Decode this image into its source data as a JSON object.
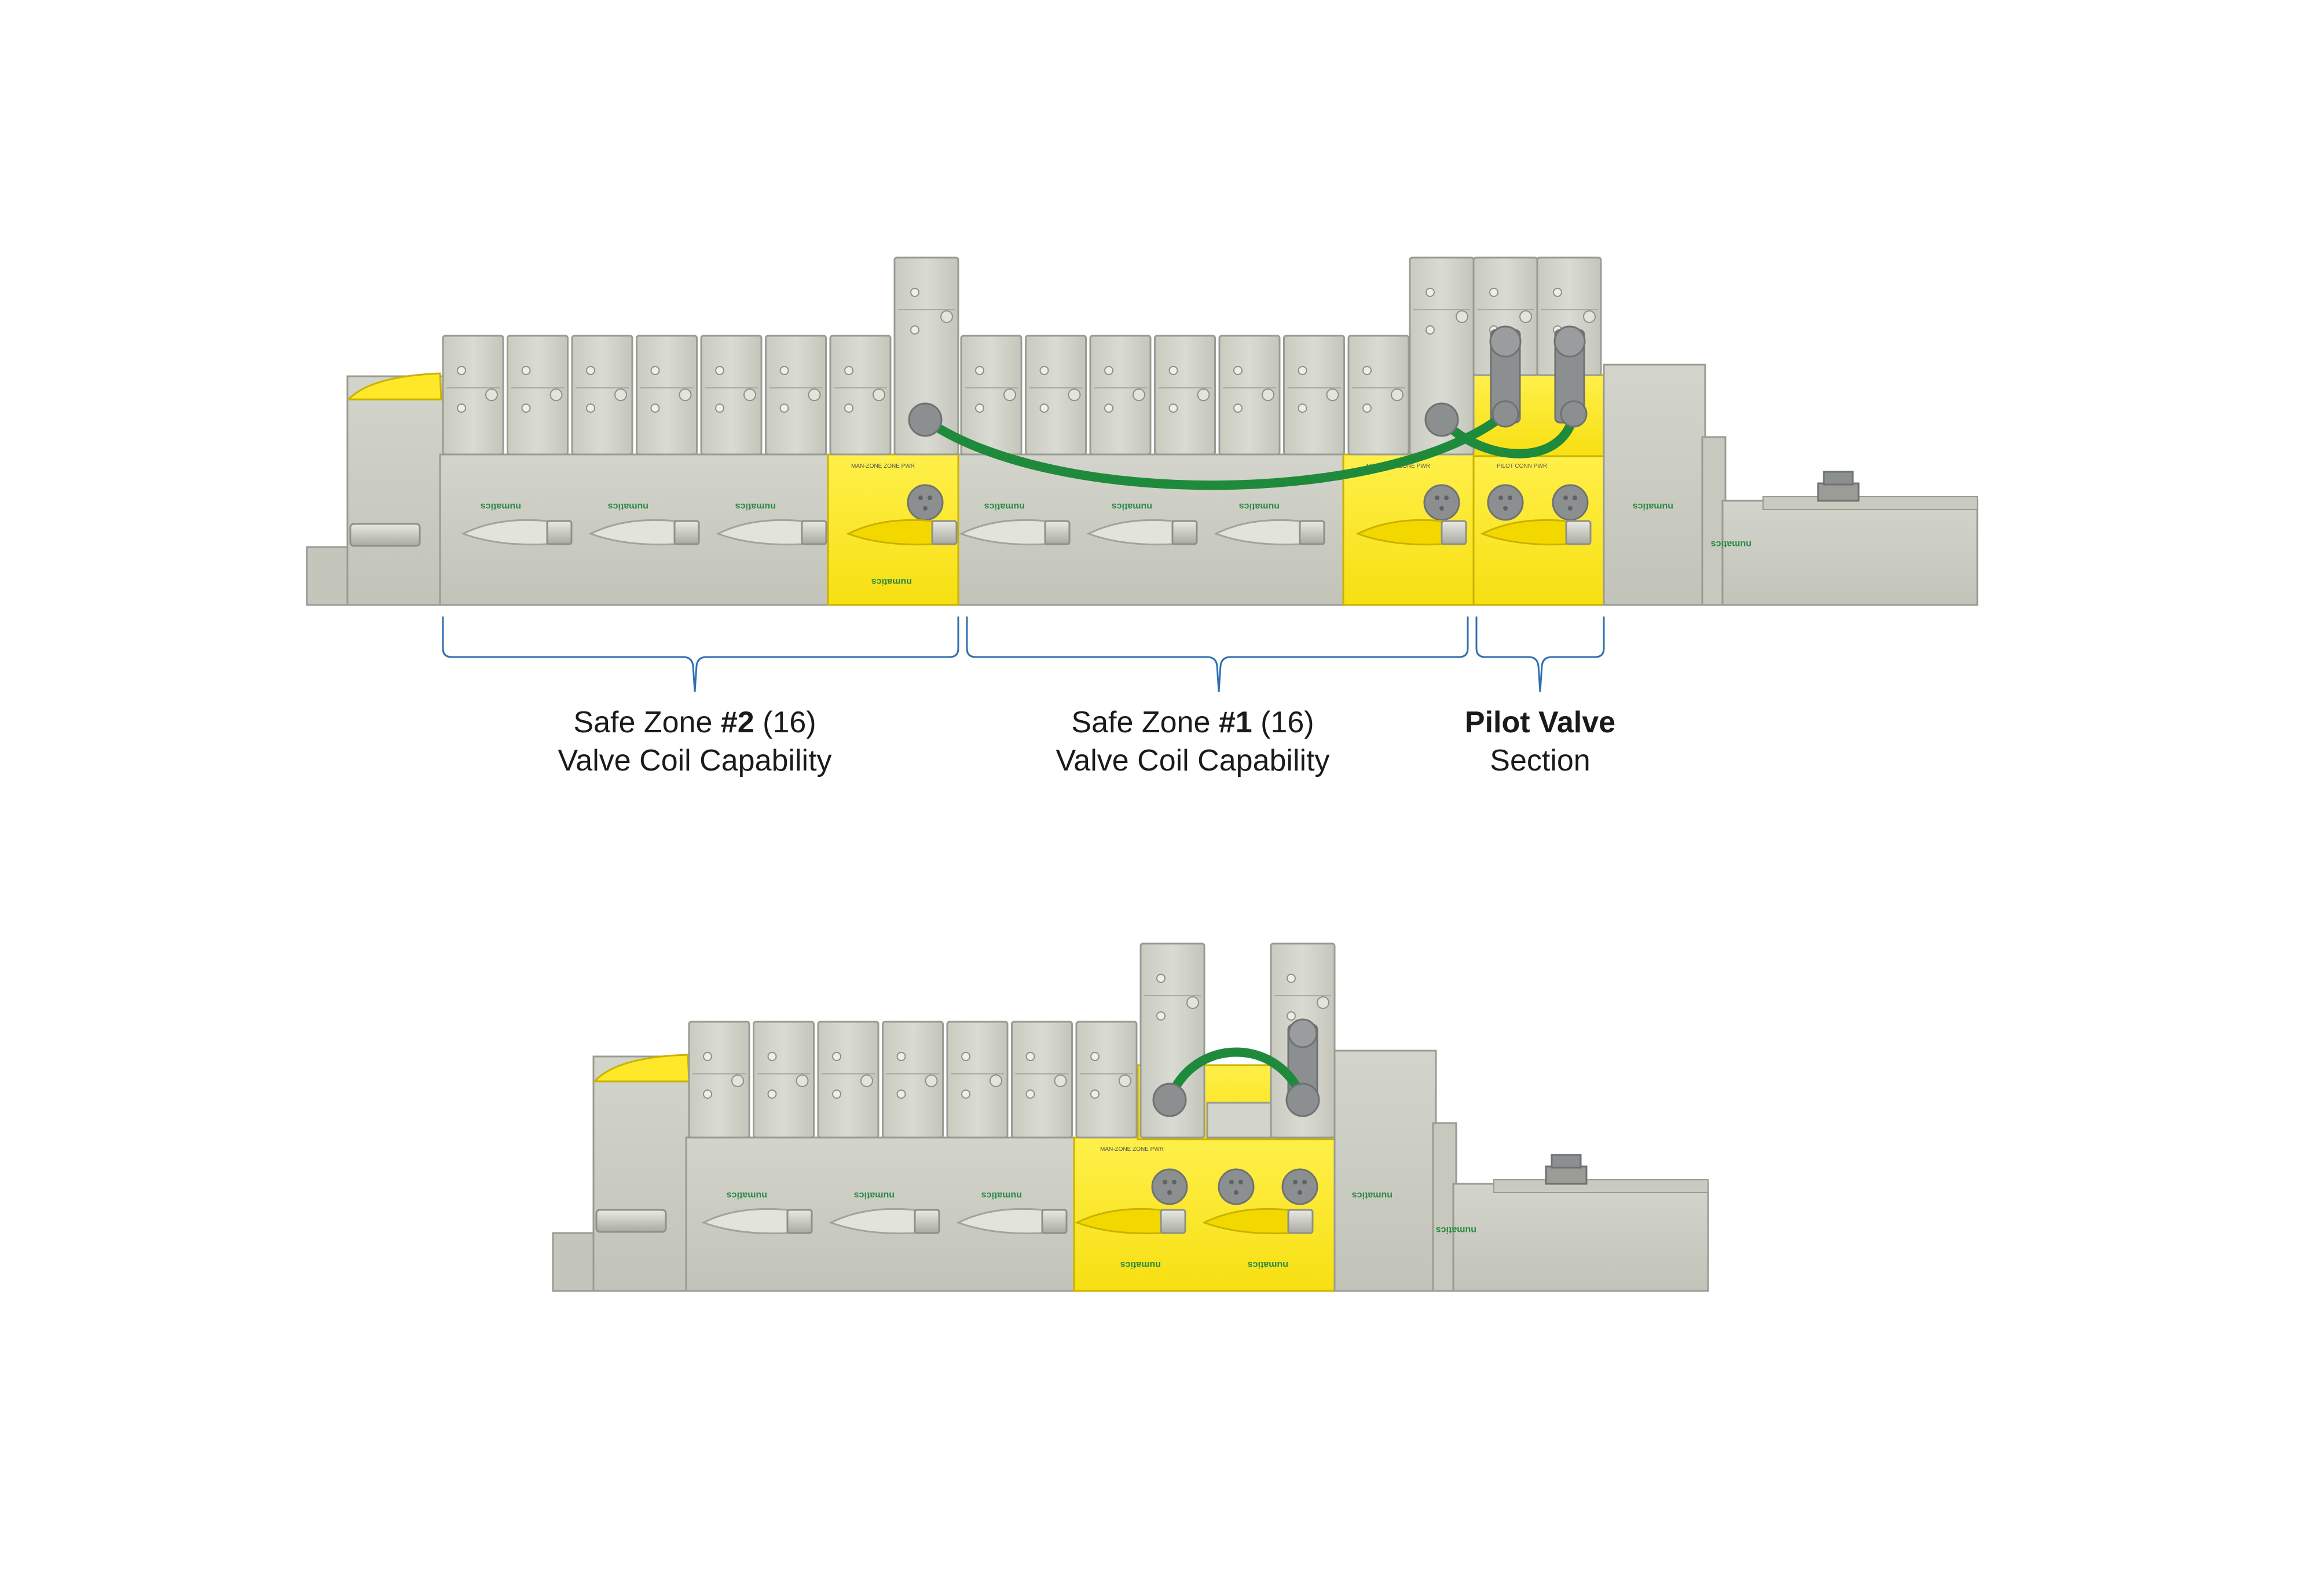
{
  "colors": {
    "body": "#cfd0c6",
    "body_dark": "#b9bab1",
    "valve": "#d6d7cd",
    "outline": "#9a9b93",
    "safety_yellow": "#ffec2a",
    "cable_green": "#1f8a3b",
    "connector_gray": "#8c8f90",
    "bracket_blue": "#2f6fb0",
    "brand_green": "#2a8a45"
  },
  "brand_text": "numatics",
  "labels": {
    "zone2": {
      "pre": "Safe Zone ",
      "bold": "#2",
      "post": " (16)",
      "line2": "Valve Coil Capability"
    },
    "zone1": {
      "pre": "Safe Zone ",
      "bold": "#1",
      "post": " (16)",
      "line2": "Valve Coil Capability"
    },
    "pilot": {
      "bold": "Pilot Valve",
      "line2": "Section"
    }
  },
  "modules": {
    "top_zone_module_text": "MAN-ZONE ZONE PWR",
    "top_pilot_text": "PILOT CONN PWR",
    "bottom_zone_text": "MAN-ZONE ZONE PWR"
  }
}
